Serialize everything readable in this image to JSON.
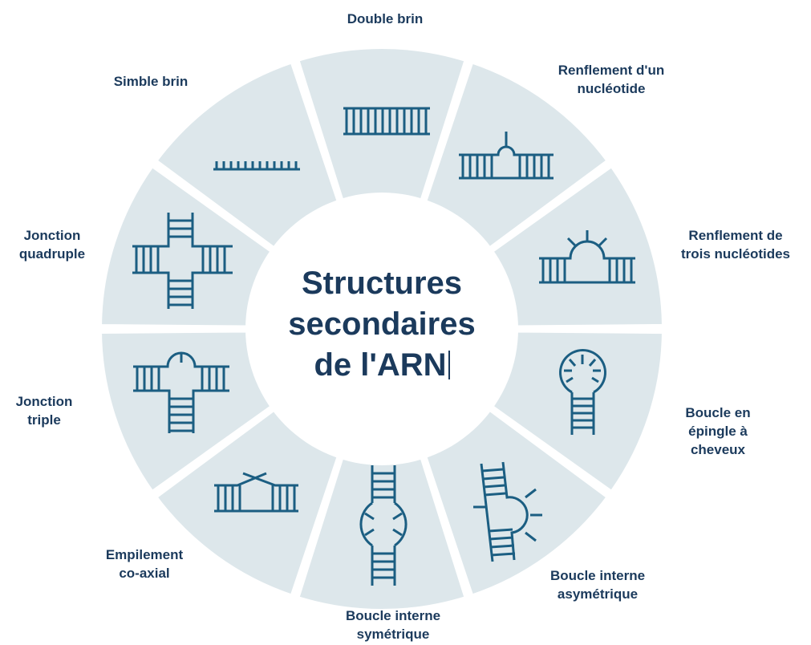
{
  "center_title": {
    "line1": "Structures",
    "line2": "secondaires",
    "line3": "de l'ARN"
  },
  "labels": {
    "double_brin": [
      "Double brin"
    ],
    "renflement_un": [
      "Renflement d'un",
      "nucléotide"
    ],
    "renflement_trois": [
      "Renflement de",
      "trois nucléotides"
    ],
    "boucle_epingle": [
      "Boucle en",
      "épingle à",
      "cheveux"
    ],
    "boucle_asym": [
      "Boucle interne",
      "asymétrique"
    ],
    "boucle_sym": [
      "Boucle interne",
      "symétrique"
    ],
    "empilement": [
      "Empilement",
      "co-axial"
    ],
    "jonction_triple": [
      "Jonction",
      "triple"
    ],
    "jonction_quadruple": [
      "Jonction",
      "quadruple"
    ],
    "simple_brin": [
      "Simble brin"
    ]
  },
  "colors": {
    "segment": "#dde7eb",
    "divider": "#ffffff",
    "icon": "#1b5e82",
    "text": "#1b3a5c"
  }
}
